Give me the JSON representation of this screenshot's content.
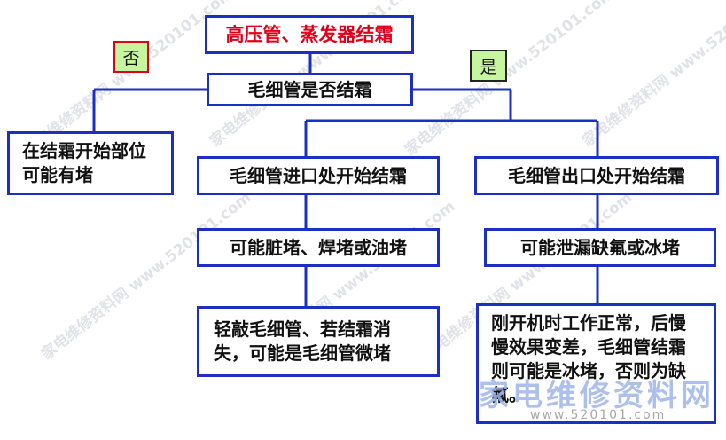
{
  "diagram": {
    "title": "高压管、蒸发器结霜",
    "label_no": "否",
    "label_yes": "是",
    "question": "毛细管是否结霜",
    "no_branch": "在结霜开始部位可能有堵",
    "inlet": {
      "start": "毛细管进口处开始结霜",
      "cause": "可能脏堵、焊堵或油堵",
      "action": "轻敲毛细管、若结霜消失，可能是毛细管微堵"
    },
    "outlet": {
      "start": "毛细管出口处开始结霜",
      "cause": "可能泄漏缺氟或冰堵",
      "action": "刚开机时工作正常，后慢慢效果变差，毛细管结霜则可能是冰堵，否则为缺氟。"
    }
  },
  "watermark": {
    "text": "家电维修资料网 www.520101.com"
  },
  "logo": {
    "text": "家电维修资料网",
    "url": "www.520101.com"
  },
  "colors": {
    "box_border": "#1c2fc4",
    "line": "#1c2fc4",
    "title_text": "#e0001a",
    "no_tag_border": "#e0001a",
    "no_tag_fill": "#c6f5a0",
    "yes_tag_fill": "#c6f5a0"
  }
}
